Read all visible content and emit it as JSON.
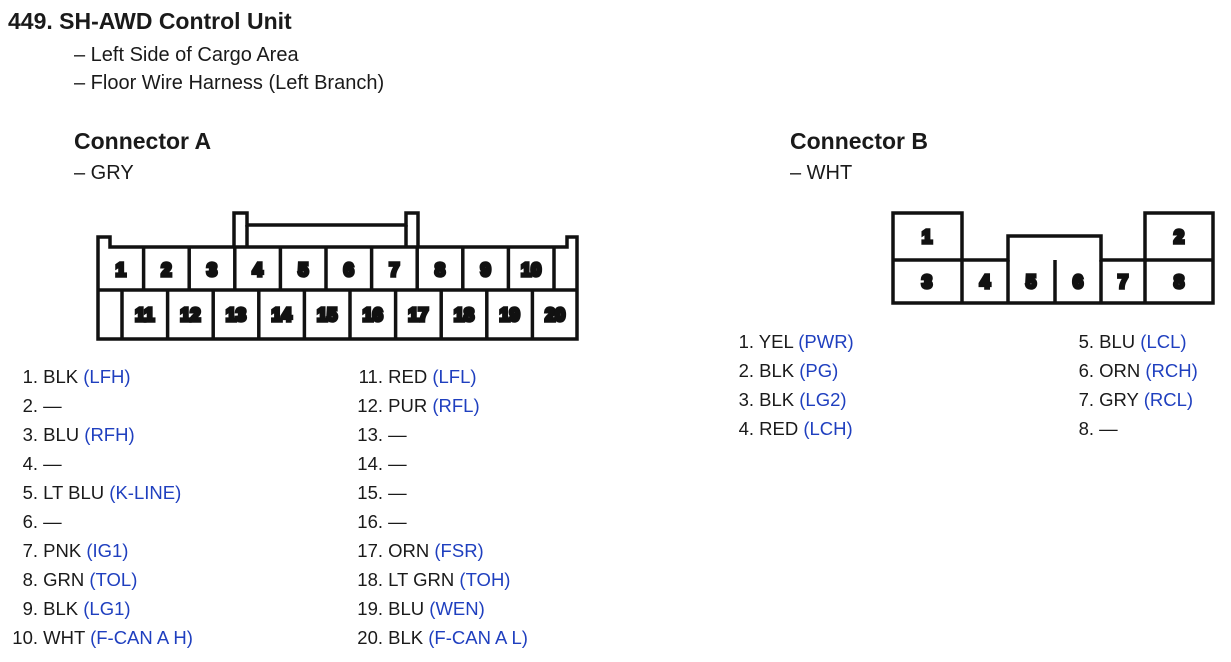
{
  "title": "449.  SH-AWD Control Unit",
  "location_lines": [
    "– Left Side of Cargo Area",
    "– Floor Wire Harness (Left Branch)"
  ],
  "connector_a": {
    "title": "Connector A",
    "color": "– GRY",
    "cavities_top": [
      "1",
      "2",
      "3",
      "4",
      "5",
      "6",
      "7",
      "8",
      "9",
      "10"
    ],
    "cavities_bottom": [
      "11",
      "12",
      "13",
      "14",
      "15",
      "16",
      "17",
      "18",
      "19",
      "20"
    ],
    "pins": [
      {
        "num": "1.",
        "wire": "BLK",
        "signal": "(LFH)"
      },
      {
        "num": "2.",
        "wire": "—",
        "signal": ""
      },
      {
        "num": "3.",
        "wire": "BLU",
        "signal": "(RFH)"
      },
      {
        "num": "4.",
        "wire": "—",
        "signal": ""
      },
      {
        "num": "5.",
        "wire": "LT BLU",
        "signal": "(K-LINE)"
      },
      {
        "num": "6.",
        "wire": "—",
        "signal": ""
      },
      {
        "num": "7.",
        "wire": "PNK",
        "signal": "(IG1)"
      },
      {
        "num": "8.",
        "wire": "GRN",
        "signal": "(TOL)"
      },
      {
        "num": "9.",
        "wire": "BLK",
        "signal": "(LG1)"
      },
      {
        "num": "10.",
        "wire": "WHT",
        "signal": "(F-CAN A H)"
      },
      {
        "num": "11.",
        "wire": "RED",
        "signal": "(LFL)"
      },
      {
        "num": "12.",
        "wire": "PUR",
        "signal": "(RFL)"
      },
      {
        "num": "13.",
        "wire": "—",
        "signal": ""
      },
      {
        "num": "14.",
        "wire": "—",
        "signal": ""
      },
      {
        "num": "15.",
        "wire": "—",
        "signal": ""
      },
      {
        "num": "16.",
        "wire": "—",
        "signal": ""
      },
      {
        "num": "17.",
        "wire": "ORN",
        "signal": "(FSR)"
      },
      {
        "num": "18.",
        "wire": "LT GRN",
        "signal": "(TOH)"
      },
      {
        "num": "19.",
        "wire": "BLU",
        "signal": "(WEN)"
      },
      {
        "num": "20.",
        "wire": "BLK",
        "signal": "(F-CAN A L)"
      }
    ]
  },
  "connector_b": {
    "title": "Connector B",
    "color": "– WHT",
    "cavities": [
      "1",
      "2",
      "3",
      "4",
      "5",
      "6",
      "7",
      "8"
    ],
    "pins": [
      {
        "num": "1.",
        "wire": "YEL",
        "signal": "(PWR)"
      },
      {
        "num": "2.",
        "wire": "BLK",
        "signal": "(PG)"
      },
      {
        "num": "3.",
        "wire": "BLK",
        "signal": "(LG2)"
      },
      {
        "num": "4.",
        "wire": "RED",
        "signal": "(LCH)"
      },
      {
        "num": "5.",
        "wire": "BLU",
        "signal": "(LCL)"
      },
      {
        "num": "6.",
        "wire": "ORN",
        "signal": "(RCH)"
      },
      {
        "num": "7.",
        "wire": "GRY",
        "signal": "(RCL)"
      },
      {
        "num": "8.",
        "wire": "—",
        "signal": ""
      }
    ]
  },
  "colors": {
    "signal": "#1f3fbf",
    "text": "#1a1a1a",
    "outline": "#111111"
  }
}
